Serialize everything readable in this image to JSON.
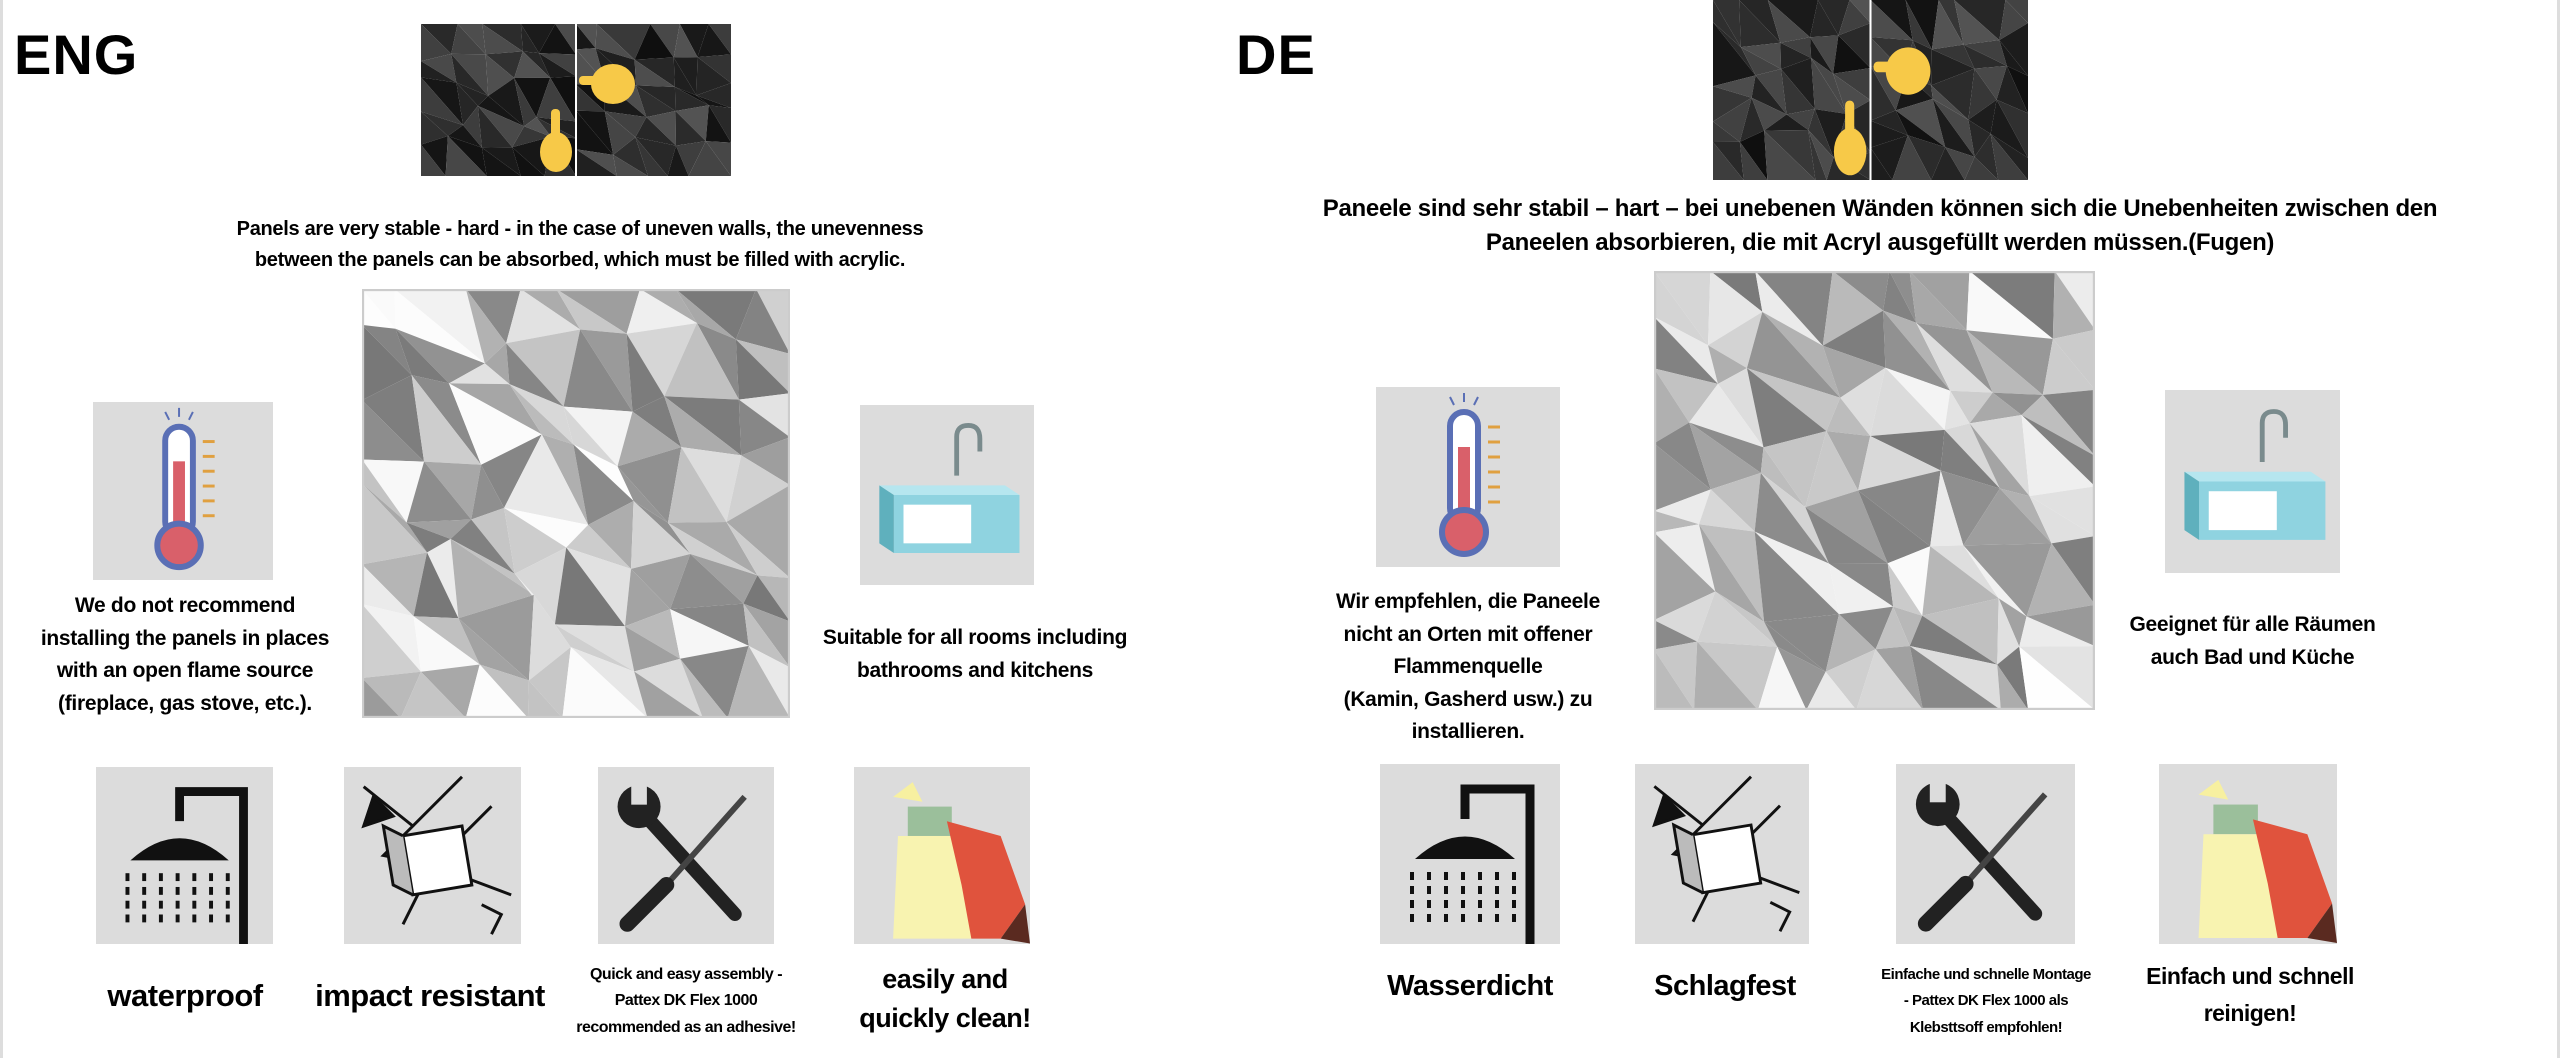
{
  "eng": {
    "heading": "ENG",
    "intro": [
      "Panels are very stable - hard - in the case of uneven walls, the unevenness",
      "between the panels can be absorbed, which must be filled with acrylic."
    ],
    "fire_note": [
      "We do not recommend",
      "installing the panels in places",
      "with an open flame source",
      "(fireplace, gas stove, etc.)."
    ],
    "rooms_note": [
      "Suitable for all rooms including",
      "bathrooms and kitchens"
    ],
    "features": {
      "waterproof": "waterproof",
      "impact": "impact resistant",
      "assembly": [
        "Quick and easy assembly -",
        "Pattex DK Flex 1000",
        "recommended as an adhesive!"
      ],
      "clean": [
        "easily and",
        "quickly clean!"
      ]
    }
  },
  "de": {
    "heading": "DE",
    "intro": [
      "Paneele sind sehr stabil – hart – bei unebenen Wänden können sich die Unebenheiten zwischen den",
      "Paneelen absorbieren, die mit Acryl ausgefüllt werden müssen.(Fugen)"
    ],
    "fire_note": [
      "Wir empfehlen, die Paneele",
      "nicht an Orten mit offener",
      "Flammenquelle",
      "(Kamin, Gasherd usw.) zu",
      "installieren."
    ],
    "rooms_note": [
      "Geeignet für alle Räumen",
      "auch Bad und Küche"
    ],
    "features": {
      "waterproof": "Wasserdicht",
      "impact": "Schlagfest",
      "assembly": [
        "Einfache und schnelle Montage",
        "- Pattex DK Flex 1000 als",
        "Klebsttsoff empfohlen!"
      ],
      "clean": [
        "Einfach und schnell",
        "reinigen!"
      ]
    }
  },
  "colors": {
    "icon_bg": "#dcdcdc",
    "hand": "#f7c948",
    "thermo": "#5a6fb5",
    "thermo_fill": "#d9606a",
    "sink": "#8fd3e0",
    "glove": "#e0533d"
  }
}
